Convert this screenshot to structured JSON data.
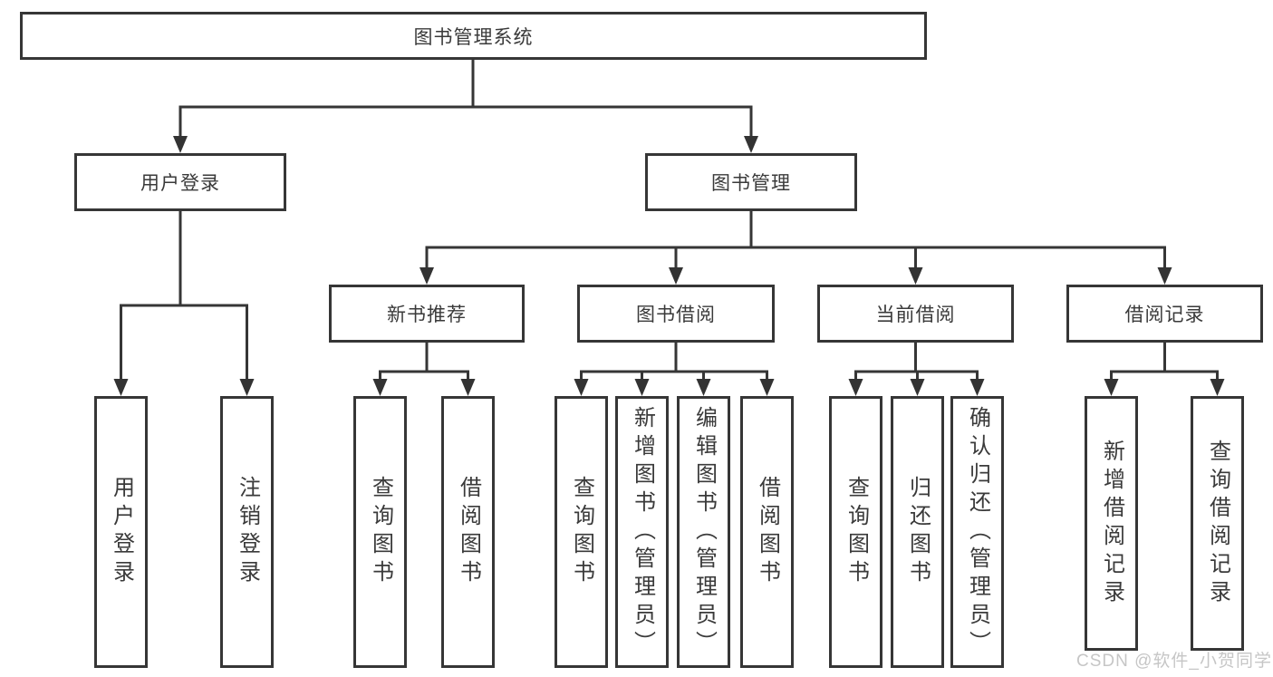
{
  "tree": {
    "label": "图书管理系统",
    "children": [
      {
        "label": "用户登录",
        "children": [
          {
            "label": "用户登录"
          },
          {
            "label": "注销登录"
          }
        ]
      },
      {
        "label": "图书管理",
        "children": [
          {
            "label": "新书推荐",
            "children": [
              {
                "label": "查询图书"
              },
              {
                "label": "借阅图书"
              }
            ]
          },
          {
            "label": "图书借阅",
            "children": [
              {
                "label": "查询图书"
              },
              {
                "label": "新增图书（管理员）"
              },
              {
                "label": "编辑图书（管理员）"
              },
              {
                "label": "借阅图书"
              }
            ]
          },
          {
            "label": "当前借阅",
            "children": [
              {
                "label": "查询图书"
              },
              {
                "label": "归还图书"
              },
              {
                "label": "确认归还（管理员）"
              }
            ]
          },
          {
            "label": "借阅记录",
            "children": [
              {
                "label": "新增借阅记录"
              },
              {
                "label": "查询借阅记录"
              }
            ]
          }
        ]
      }
    ]
  },
  "watermark": {
    "text": "CSDN @软件_小贺同学"
  },
  "colors": {
    "line": "#363636",
    "arrow": "#333333",
    "text": "#3a3a3a",
    "watermark": "#c6c6c6",
    "background": "#ffffff"
  }
}
